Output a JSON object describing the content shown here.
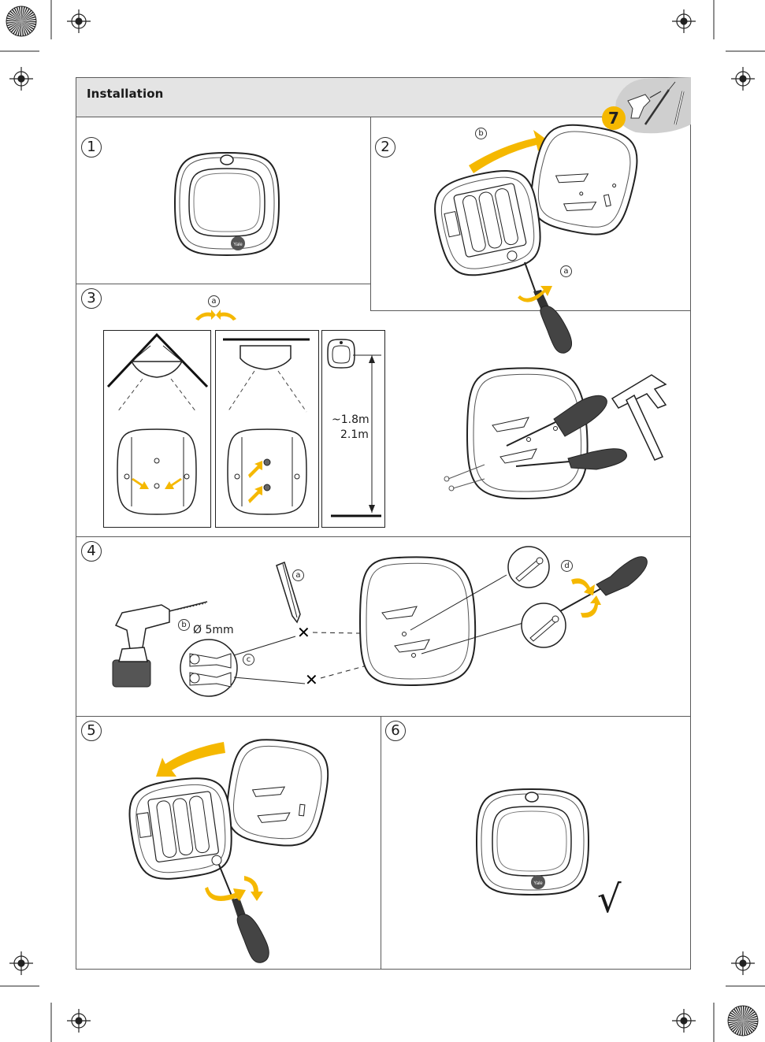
{
  "header": {
    "title": "Installation",
    "chapter_badge": "7",
    "tools_icon": "tools-icon"
  },
  "steps": {
    "step1": {
      "number": "1"
    },
    "step2": {
      "number": "2",
      "sub_a": "a",
      "sub_b": "b"
    },
    "step3": {
      "number": "3",
      "sub_a": "a",
      "height_line1": "~1.8m",
      "height_line2": "2.1m"
    },
    "step4": {
      "number": "4",
      "sub_a": "a",
      "sub_b": "b",
      "sub_c": "c",
      "sub_d": "d",
      "drill_size": "Ø 5mm"
    },
    "step5": {
      "number": "5"
    },
    "step6": {
      "number": "6",
      "check_mark": "√"
    }
  },
  "device": {
    "logo": "Yale"
  },
  "colors": {
    "accent": "#f5b800",
    "outline": "#222222",
    "frame": "#5a5a5a",
    "header_bg": "#e4e4e4"
  }
}
